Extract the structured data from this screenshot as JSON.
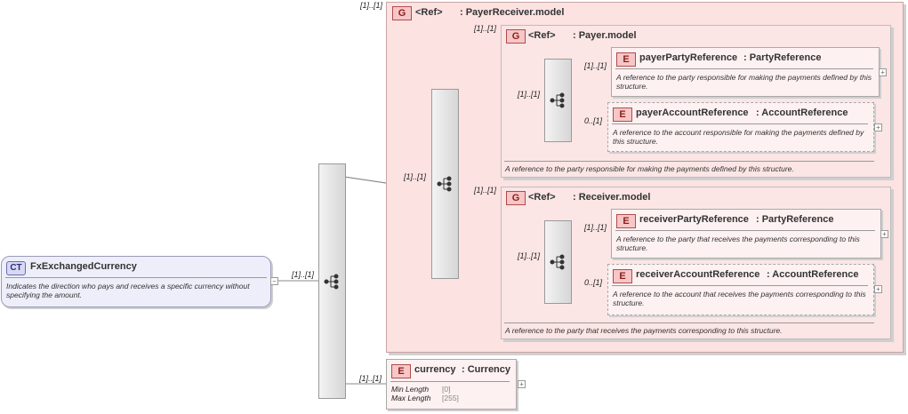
{
  "complex_type": {
    "icon": "CT",
    "name": "FxExchangedCurrency",
    "description": "Indicates the direction who pays and receives a specific currency without specifying the amount."
  },
  "cardinalities": {
    "root_seq": "[1]..[1]",
    "payer_receiver_group": "[1]..[1]",
    "payer_group_outer": "[1]..[1]",
    "payer_party": "[1]..[1]",
    "payer_seq": "[1]..[1]",
    "payer_account": "0..[1]",
    "receiver_group_outer": "[1]..[1]",
    "receiver_party": "[1]..[1]",
    "receiver_seq": "[1]..[1]",
    "receiver_account": "0..[1]",
    "inner_seq": "[1]..[1]",
    "currency": "[1]..[1]"
  },
  "payer_receiver_model": {
    "icon": "G",
    "ref": "<Ref>",
    "name": ": PayerReceiver.model"
  },
  "payer_model": {
    "icon": "G",
    "ref": "<Ref>",
    "name": ": Payer.model",
    "description": "A reference to the party responsible for making the payments defined by this structure.",
    "elements": [
      {
        "icon": "E",
        "name": "payerPartyReference",
        "type": ": PartyReference",
        "description": "A reference to the party responsible for making the payments defined by this structure."
      },
      {
        "icon": "E",
        "name": "payerAccountReference",
        "type": ": AccountReference",
        "description": "A reference to the account responsible for making the payments defined by this structure."
      }
    ]
  },
  "receiver_model": {
    "icon": "G",
    "ref": "<Ref>",
    "name": ": Receiver.model",
    "description": "A reference to the party that receives the payments corresponding to this structure.",
    "elements": [
      {
        "icon": "E",
        "name": "receiverPartyReference",
        "type": ": PartyReference",
        "description": "A reference to the party that receives the payments corresponding to this structure."
      },
      {
        "icon": "E",
        "name": "receiverAccountReference",
        "type": ": AccountReference",
        "description": "A reference to the account that receives the payments corresponding to this structure."
      }
    ]
  },
  "currency": {
    "icon": "E",
    "name": "currency",
    "type": ": Currency",
    "facets": [
      {
        "label": "Min Length",
        "value": "[0]"
      },
      {
        "label": "Max Length",
        "value": "[255]"
      }
    ]
  },
  "symbols": {
    "plus": "+",
    "minus": "−"
  }
}
